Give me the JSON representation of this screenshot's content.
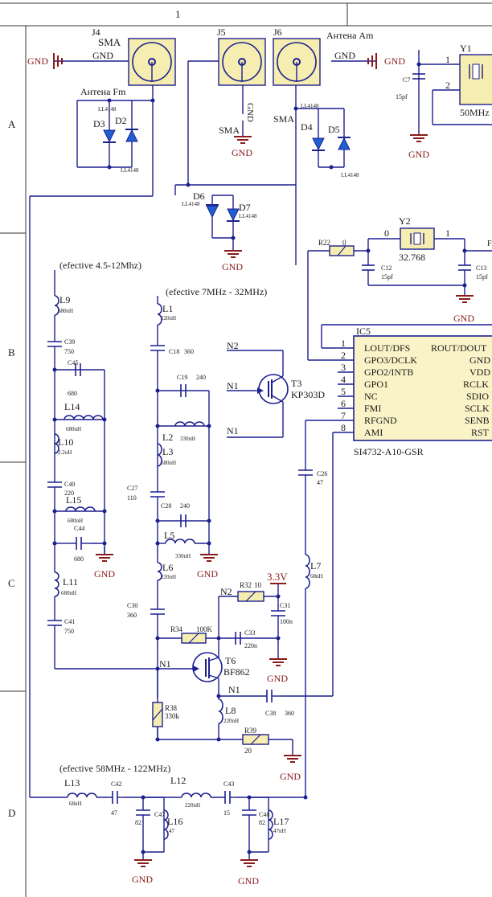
{
  "sheet": {
    "column_number": "1",
    "rows": [
      "A",
      "B",
      "C",
      "D"
    ]
  },
  "colors": {
    "wire": "#1c1f8f",
    "component": "#1c1f8f",
    "ground": "#8b1a1a",
    "power": "#8b1a1a",
    "frame": "#333333",
    "antenna_fill": "#f6eeb0",
    "resistor_fill": "#f6eeb0",
    "diode_fill": "#1f5fd0",
    "ic_fill": "#fbf3c8",
    "label_dark": "#1a1a1a",
    "label_red": "#8b1a1a"
  },
  "ground_label": "GND",
  "sma_label": "SMA",
  "antennas": {
    "j4": {
      "ref": "J4",
      "type": "SMA",
      "pin": "GND",
      "caption": "Антена Fm"
    },
    "j5": {
      "ref": "J5",
      "pin": "GND"
    },
    "j6": {
      "ref": "J6",
      "pin": "GND",
      "caption": "Антена Am"
    }
  },
  "diodes": {
    "d2": {
      "ref": "D2",
      "part": "LL4148"
    },
    "d3": {
      "ref": "D3",
      "part": "LL4148"
    },
    "d4": {
      "ref": "D4",
      "part": "LL4148"
    },
    "d5": {
      "ref": "D5",
      "part": "LL4148"
    },
    "d6": {
      "ref": "D6",
      "part": "LL4148"
    },
    "d7": {
      "ref": "D7",
      "part": "LL4148"
    }
  },
  "crystals": {
    "y1": {
      "ref": "Y1",
      "value": "50MHz",
      "pin1": "1",
      "pin2": "2"
    },
    "y2": {
      "ref": "Y2",
      "value": "32.768",
      "pin1": "0",
      "pin2": "1"
    }
  },
  "capacitors": {
    "c7": {
      "ref": "C7",
      "value": "15pf"
    },
    "c12": {
      "ref": "C12",
      "value": "15pf"
    },
    "c13": {
      "ref": "C13",
      "value": "15pf"
    },
    "c18": {
      "ref": "C18",
      "value": "360"
    },
    "c19": {
      "ref": "C19",
      "value": "240"
    },
    "c26": {
      "ref": "C26",
      "value": "47"
    },
    "c27": {
      "ref": "C27",
      "value": "110"
    },
    "c28": {
      "ref": "C28",
      "value": "240"
    },
    "c30": {
      "ref": "C30",
      "value": "360"
    },
    "c31": {
      "ref": "C31",
      "value": "100n"
    },
    "c33": {
      "ref": "C33",
      "value": "220n"
    },
    "c38": {
      "ref": "C38",
      "value": "360"
    },
    "c39": {
      "ref": "C39",
      "value": "750"
    },
    "c40": {
      "ref": "C40",
      "value": "220"
    },
    "c41": {
      "ref": "C41",
      "value": "750"
    },
    "c42": {
      "ref": "C42",
      "value": "47"
    },
    "c43": {
      "ref": "C43",
      "value": "15"
    },
    "c44": {
      "ref": "C44",
      "value": "680"
    },
    "c45": {
      "ref": "C45",
      "value": "680"
    },
    "c47": {
      "ref": "C47",
      "value": "82"
    },
    "c48": {
      "ref": "C48",
      "value": "82"
    }
  },
  "inductors": {
    "l1": {
      "ref": "L1",
      "value": "220nH"
    },
    "l2": {
      "ref": "L2",
      "value": "330nH"
    },
    "l3": {
      "ref": "L3",
      "value": "680nH"
    },
    "l5": {
      "ref": "L5",
      "value": "330nH"
    },
    "l6": {
      "ref": "L6",
      "value": "220nH"
    },
    "l7": {
      "ref": "L7",
      "value": "68nH"
    },
    "l8": {
      "ref": "L8",
      "value": "220nH"
    },
    "l9": {
      "ref": "L9",
      "value": "680nH"
    },
    "l10": {
      "ref": "L10",
      "value": "2.2uH"
    },
    "l11": {
      "ref": "L11",
      "value": "680nH"
    },
    "l12": {
      "ref": "L12",
      "value": "220nH"
    },
    "l13": {
      "ref": "L13",
      "value": "68nH"
    },
    "l14": {
      "ref": "L14",
      "value": "680nH"
    },
    "l15": {
      "ref": "L15",
      "value": "680nH"
    },
    "l16": {
      "ref": "L16",
      "value": "47"
    },
    "l17": {
      "ref": "L17",
      "value": "47nH"
    }
  },
  "resistors": {
    "r22": {
      "ref": "R22",
      "value": "0"
    },
    "r32": {
      "ref": "R32",
      "value": "10"
    },
    "r34": {
      "ref": "R34",
      "value": "100K"
    },
    "r38": {
      "ref": "R38",
      "value": "330k"
    },
    "r39": {
      "ref": "R39",
      "value": "20"
    }
  },
  "transistors": {
    "t3": {
      "ref": "T3",
      "part": "KP303D",
      "net_drain": "N2",
      "net_gate": "N1",
      "net_source": "N1"
    },
    "t6": {
      "ref": "T6",
      "part": "BF862",
      "net_gate": "N1",
      "net_drain": "N2",
      "net_source": "N1"
    }
  },
  "power_label": "3.3V",
  "band_notes": {
    "band1": "(efective 4.5-12Mhz)",
    "band2": "(efective 7MHz - 32MHz)",
    "band3": "(efective 58MHz - 122MHz)"
  },
  "ic": {
    "ref": "IC5",
    "part": "SI4732-A10-GSR",
    "left_pins": [
      {
        "num": "1",
        "name": "LOUT/DFS"
      },
      {
        "num": "2",
        "name": "GPO3/DCLK"
      },
      {
        "num": "3",
        "name": "GPO2/INTB"
      },
      {
        "num": "4",
        "name": "GPO1"
      },
      {
        "num": "5",
        "name": "NC"
      },
      {
        "num": "6",
        "name": "FMI"
      },
      {
        "num": "7",
        "name": "RFGND"
      },
      {
        "num": "8",
        "name": "AMI"
      }
    ],
    "right_pins": [
      "ROUT/DOUT",
      "GND",
      "VDD",
      "RCLK",
      "SDIO",
      "SCLK",
      "SENB",
      "RST"
    ]
  },
  "edge_label_partial": "F"
}
